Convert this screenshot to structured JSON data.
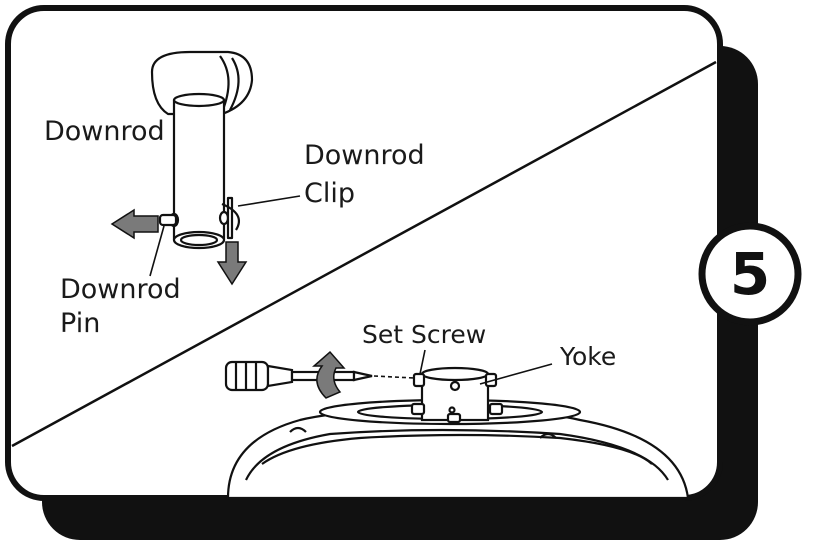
{
  "labels": {
    "downrod": "Downrod",
    "downrod_clip_line1": "Downrod",
    "downrod_clip_line2": "Clip",
    "downrod_pin_line1": "Downrod",
    "downrod_pin_line2": "Pin",
    "set_screw": "Set Screw",
    "yoke": "Yoke"
  },
  "step": {
    "number": "5"
  },
  "colors": {
    "outline": "#111111",
    "arrow": "#7a7a7a",
    "panel": "#ffffff",
    "shadow": "#111111"
  }
}
